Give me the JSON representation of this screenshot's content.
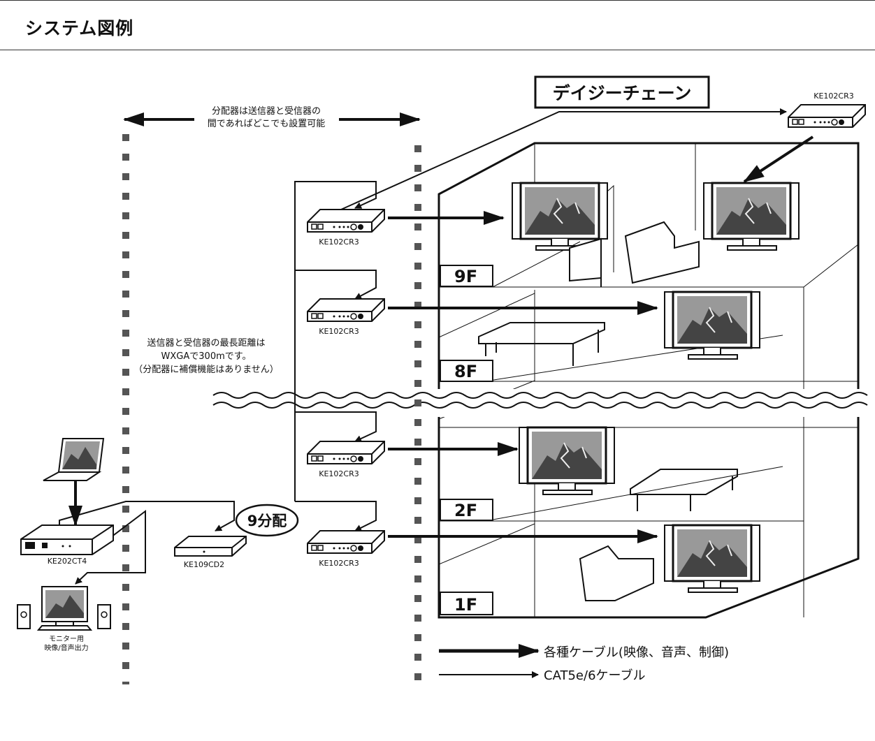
{
  "header": {
    "title": "システム図例"
  },
  "diagram": {
    "daisy_chain_title": "デイジーチェーン",
    "top_note": [
      "分配器は送信器と受信器の",
      "間であればどこでも設置可能"
    ],
    "distance_note": [
      "送信器と受信器の最長距離は",
      "WXGAで300mです。",
      "（分配器に補償機能はありません）"
    ],
    "floors": [
      "9F",
      "8F",
      "2F",
      "1F"
    ],
    "split_label": "9分配",
    "devices": {
      "receiver_top": "KE102CR3",
      "receiver_9f": "KE102CR3",
      "receiver_8f": "KE102CR3",
      "receiver_2f": "KE102CR3",
      "receiver_1f": "KE102CR3",
      "transmitter": "KE202CT4",
      "splitter": "KE109CD2"
    },
    "monitor_note": [
      "モニター用",
      "映像/音声出力"
    ],
    "legend": [
      {
        "label": "各種ケーブル(映像、音声、制御)",
        "style": "thick"
      },
      {
        "label": "CAT5e/6ケーブル",
        "style": "thin"
      }
    ]
  }
}
